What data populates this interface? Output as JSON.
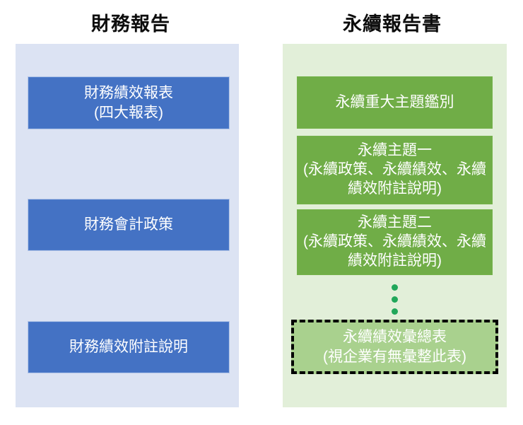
{
  "columns": [
    {
      "title": "財務報告",
      "panel_color": "#dce3f3",
      "box_color": "#4472c4",
      "boxes": [
        {
          "line1": "財務績效報表",
          "line2": "(四大報表)"
        },
        {
          "line1": "財務會計政策",
          "line2": ""
        },
        {
          "line1": "財務績效附註說明",
          "line2": ""
        }
      ]
    },
    {
      "title": "永續報告書",
      "panel_color": "#e2efd9",
      "box_color": "#70ad47",
      "boxes": [
        {
          "line1": "永續重大主題鑑別",
          "line2": ""
        },
        {
          "line1": "永續主題一",
          "line2": "(永續政策、永續績效、永續績效附註說明)"
        },
        {
          "line1": "永續主題二",
          "line2": "(永續政策、永續績效、永續績效附註說明)"
        }
      ],
      "ellipsis": {
        "name": "vertical-ellipsis",
        "dot_count": 3,
        "color": "#21a75a"
      },
      "optional_box": {
        "line1": "永續績效彙總表",
        "line2": "(視企業有無彙整此表)",
        "fill_color": "#a9d18e",
        "border_color": "#000000",
        "border_style": "dashed"
      }
    }
  ]
}
